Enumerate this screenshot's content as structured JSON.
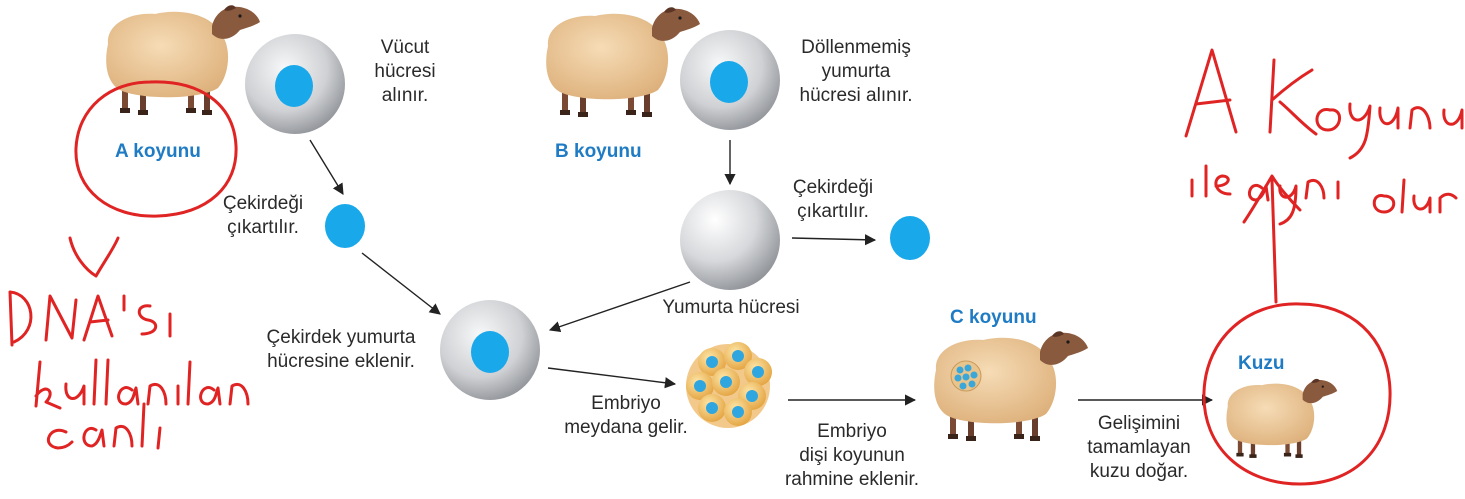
{
  "labels": {
    "a_koyunu": "A koyunu",
    "b_koyunu": "B koyunu",
    "c_koyunu": "C koyunu",
    "kuzu": "Kuzu",
    "vucut_l1": "Vücut",
    "vucut_l2": "hücresi",
    "vucut_l3": "alınır.",
    "dollen_l1": "Döllenmemiş",
    "dollen_l2": "yumurta",
    "dollen_l3": "hücresi alınır.",
    "cekirdegi_a_l1": "Çekirdeği",
    "cekirdegi_a_l2": "çıkartılır.",
    "cekirdegi_b_l1": "Çekirdeği",
    "cekirdegi_b_l2": "çıkartılır.",
    "yumurta_hucresi": "Yumurta hücresi",
    "cekirdek_l1": "Çekirdek yumurta",
    "cekirdek_l2": "hücresine eklenir.",
    "embriyo_l1": "Embriyo",
    "embriyo_l2": "meydana gelir.",
    "embriyo2_l1": "Embriyo",
    "embriyo2_l2": "dişi koyunun",
    "embriyo2_l3": "rahmine eklenir.",
    "gelisim_l1": "Gelişimini",
    "gelisim_l2": "tamamlayan",
    "gelisim_l3": "kuzu doğar."
  },
  "handwriting": {
    "left_note": "DNA'sı kullanılan canlı",
    "right_note": "A koyunu ile aynı olur"
  },
  "colors": {
    "label_blue": "#1f7cc4",
    "nucleus": "#19a8ea",
    "annotation_red": "#e02424",
    "wool": "#efc99a",
    "cell_gray": "#c8cacd"
  }
}
